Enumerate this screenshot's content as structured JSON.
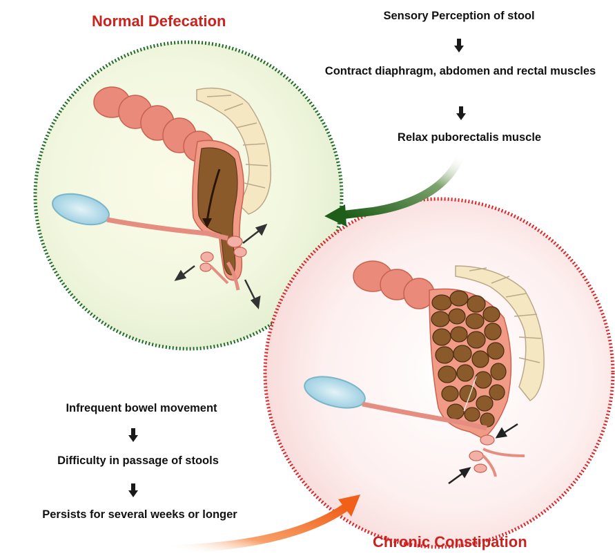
{
  "normal": {
    "title": "Normal Defecation",
    "steps": [
      "Sensory Perception of stool",
      "Contract diaphragm, abdomen and rectal muscles",
      "Relax puborectalis muscle"
    ]
  },
  "constipation": {
    "title": "Chronic Constipation",
    "steps": [
      "Infrequent bowel movement",
      "Difficulty in  passage of stools",
      "Persists for several weeks or longer"
    ]
  },
  "colors": {
    "normal_title": "#c8231f",
    "normal_border": "#1f6b2a",
    "constipation_border": "#d9262b",
    "stool": "#8b5a2b",
    "colon": "#e98a7a",
    "flow_arrow_green": "#1e5e19",
    "flow_arrow_orange": "#f06018"
  }
}
